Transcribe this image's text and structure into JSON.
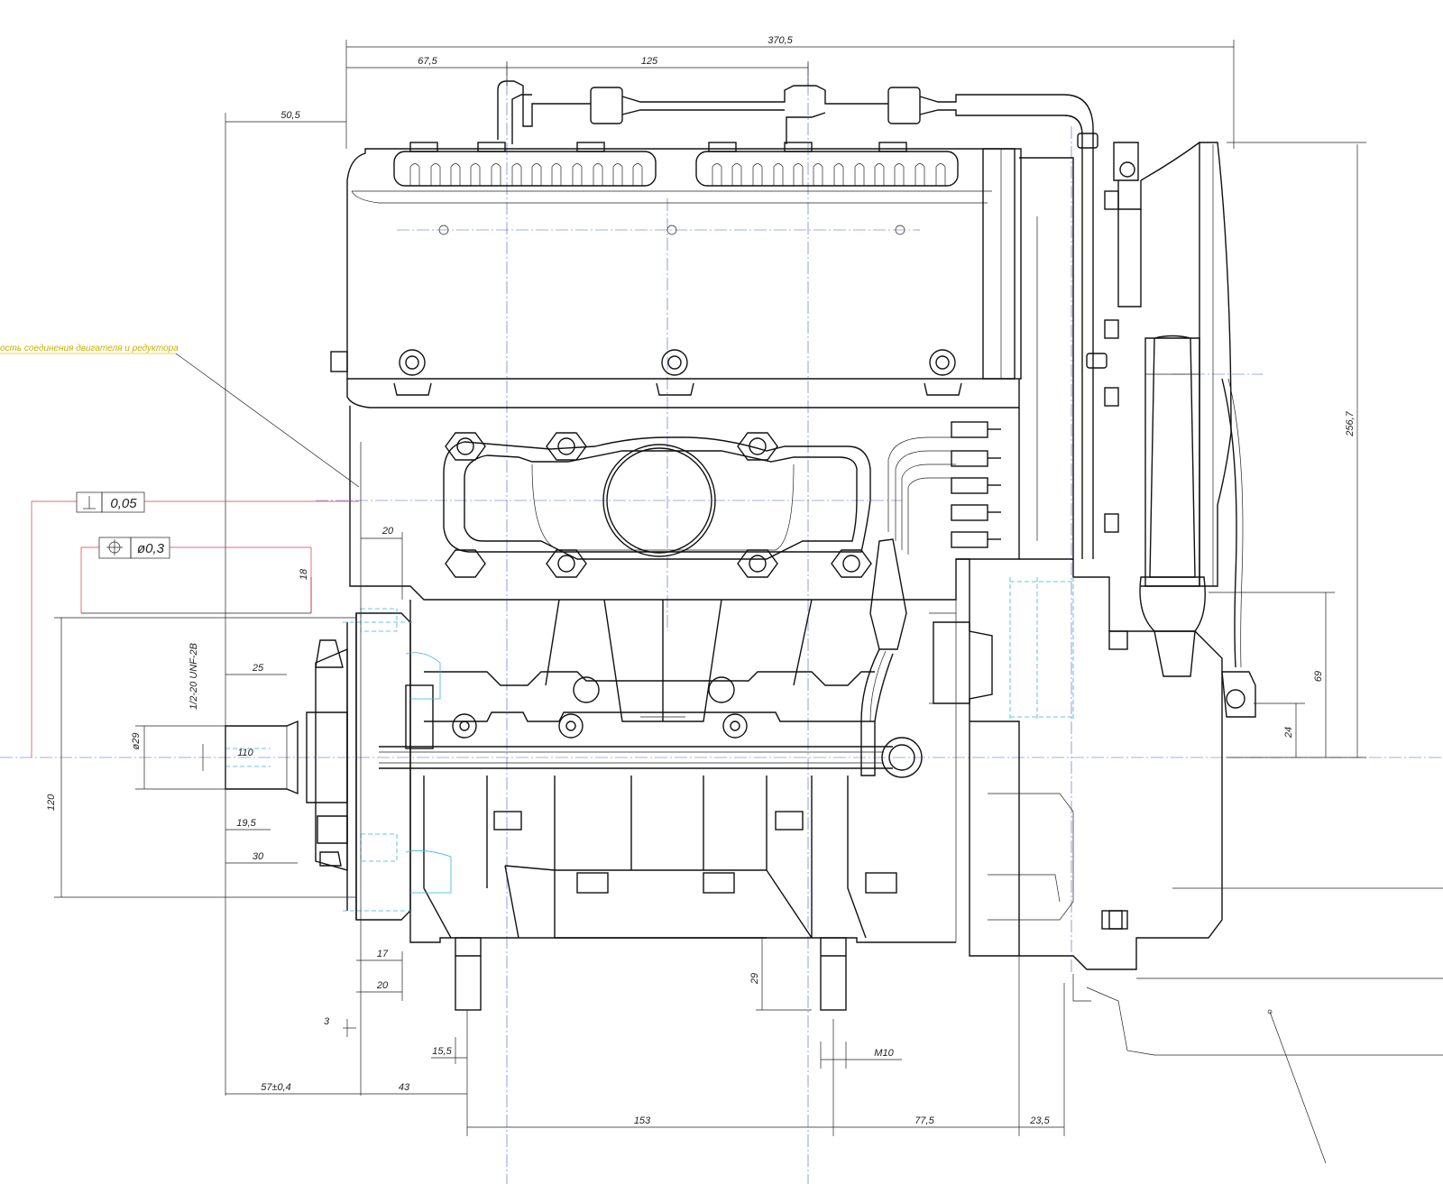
{
  "drawing": {
    "note": "ость соединения двигателя и редуктора",
    "dimensions": {
      "overall_width": "370,5",
      "d_675": "67,5",
      "d_125": "125",
      "d_505": "50,5",
      "d_2567": "256,7",
      "d_20a": "20",
      "d_18": "18",
      "d_25": "25",
      "thread": "1/2-20 UNF-2B",
      "dia_29": "ø29",
      "d_110": "110",
      "d_120": "120",
      "d_195": "19,5",
      "d_30": "30",
      "d_69": "69",
      "d_24": "24",
      "d_17": "17",
      "d_20b": "20",
      "d_3": "3",
      "d_29": "29",
      "d_155": "15,5",
      "m10": "M10",
      "d_57": "57±0,4",
      "d_43": "43",
      "d_153": "153",
      "d_775": "77,5",
      "d_235": "23,5"
    },
    "tolerances": {
      "perpendicularity": "0,05",
      "position": "ø0,3"
    }
  }
}
